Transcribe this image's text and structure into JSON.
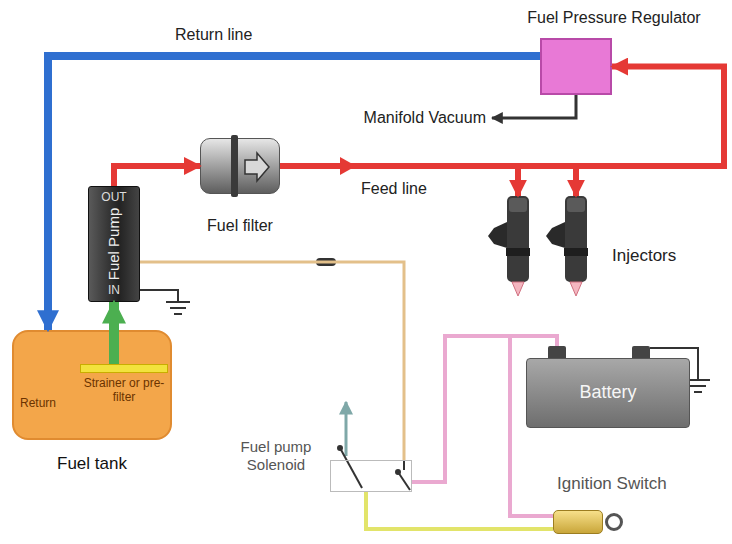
{
  "diagram": {
    "nodes": [
      {
        "text": [
          "Fuel Pressure Regulator"
        ]
      },
      {
        "text": [
          "OUT",
          "Fuel Pump",
          "IN"
        ]
      },
      {
        "text": [
          "Fuel filter"
        ]
      },
      {
        "text": [
          "Injectors"
        ]
      },
      {
        "text": [
          "Fuel tank",
          "Return"
        ]
      },
      {
        "text": [
          "Strainer or pre-filter"
        ],
        "in": 4
      },
      {
        "text": [
          "Battery"
        ]
      },
      {
        "text": [
          "Fuel pump Solenoid"
        ]
      },
      {
        "text": [
          "Ignition Switch"
        ]
      }
    ],
    "edges": [
      {
        "from": 5,
        "to": 1,
        "arrow": "to"
      },
      {
        "from": 1,
        "to": 2,
        "arrow": "to"
      },
      {
        "from": 2,
        "to": 0,
        "arrow": "to",
        "label": "Feed line"
      },
      {
        "from": 2,
        "to": 3,
        "arrow": "to"
      },
      {
        "from": 0,
        "to": 4,
        "arrow": "to",
        "label": "Return line"
      },
      {
        "from": 1,
        "to": 7,
        "arrow": "none"
      },
      {
        "from": 6,
        "to": 7,
        "arrow": "none"
      },
      {
        "from": 6,
        "to": 8,
        "arrow": "none"
      },
      {
        "from": 8,
        "to": 7,
        "arrow": "none"
      }
    ],
    "labels": [
      "Manifold Vacuum"
    ]
  }
}
